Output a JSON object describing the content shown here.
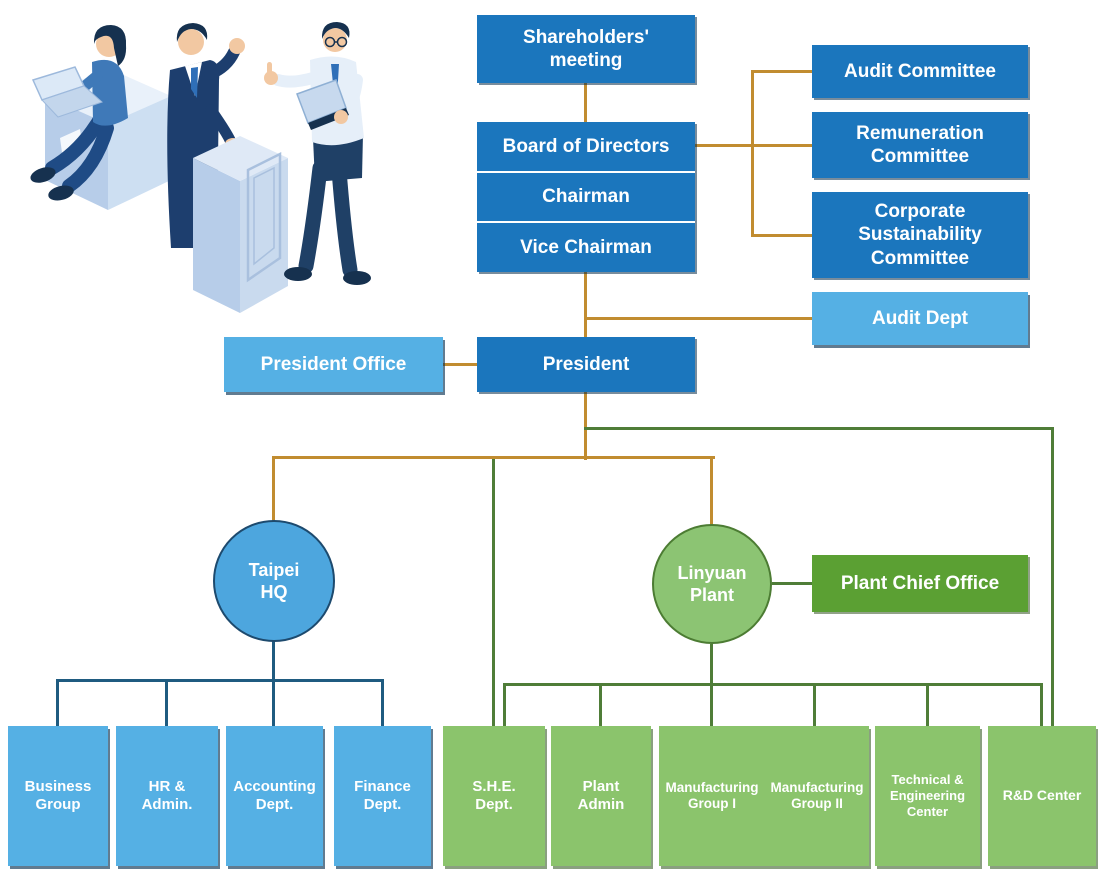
{
  "palette": {
    "dark_blue": "#1b76bd",
    "light_blue": "#55b0e4",
    "circle_blue": "#4da6de",
    "green": "#8bc46c",
    "circle_green": "#8cc473",
    "dark_green": "#5ba033",
    "orange_connector": "#c18c30",
    "blue_connector": "#1f5b80",
    "green_connector": "#4f7d38",
    "text": "#ffffff"
  },
  "nodes": {
    "shareholders": "Shareholders'\nmeeting",
    "board_rows": [
      "Board of Directors",
      "Chairman",
      "Vice Chairman"
    ],
    "audit_committee": "Audit Committee",
    "remuneration_committee": "Remuneration\nCommittee",
    "sustainability_committee": "Corporate\nSustainability\nCommittee",
    "audit_dept": "Audit Dept",
    "president_office": "President Office",
    "president": "President",
    "taipei_hq": "Taipei\nHQ",
    "linyuan_plant": "Linyuan\nPlant",
    "plant_chief_office": "Plant Chief Office",
    "taipei_departments": [
      "Business\nGroup",
      "HR &\nAdmin.",
      "Accounting\nDept.",
      "Finance\nDept."
    ],
    "plant_departments": [
      "S.H.E.\nDept.",
      "Plant\nAdmin",
      "Manufacturing\nGroup I",
      "Manufacturing\nGroup II",
      "Technical &\nEngineering\nCenter",
      "R&D Center"
    ]
  }
}
